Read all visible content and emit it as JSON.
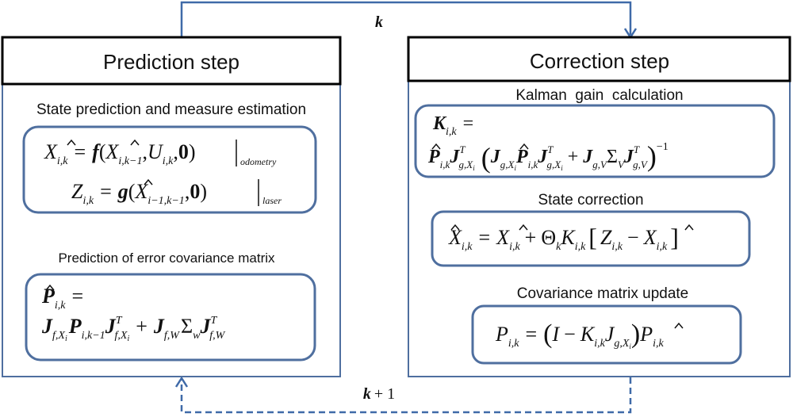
{
  "flow": {
    "top_label": "k",
    "bottom_label_k": "k",
    "bottom_label_rest": "+ 1"
  },
  "prediction": {
    "title": "Prediction step",
    "state_section_label": "State prediction and measure estimation",
    "eq1": {
      "lhs": "X",
      "lhs_sub": "i,k",
      "fn": "f",
      "arg1": "X",
      "arg1_sub": "i,k−1",
      "arg2": "U",
      "arg2_sub": "i,k",
      "zero": "0",
      "eval": "odometry"
    },
    "eq2": {
      "lhs": "Z",
      "lhs_sub": "i,k",
      "fn": "g",
      "arg1": "X",
      "arg1_sub": "i−1,k−1",
      "zero": "0",
      "eval": "laser"
    },
    "cov_section_label": "Prediction of error covariance matrix",
    "cov_eq": {
      "lhs": "P",
      "lhs_sub": "i,k",
      "t1": "J",
      "t1_sub": "f,",
      "t1_subX": "X",
      "t1_subi": "i",
      "p": "P",
      "p_sub": "i,k−1",
      "t2": "J",
      "t2_sup": "T",
      "t2_sub": "f,",
      "t2_subX": "X",
      "t2_subi": "i",
      "t3": "J",
      "t3_sub": "f,W",
      "sigma": "Σ",
      "sigma_sub": "w",
      "t4": "J",
      "t4_sup": "T",
      "t4_sub": "f,W"
    }
  },
  "correction": {
    "title": "Correction step",
    "gain_label": "Kalman  gain  calculation",
    "gain_eq": {
      "lhs": "K",
      "lhs_sub": "i,k",
      "p": "P",
      "p_sub": "i,k",
      "j1": "J",
      "j1_sup": "T",
      "j1_sub": "g,",
      "j1_subX": "X",
      "j1_subi": "i",
      "j2": "J",
      "j2_sub": "g,",
      "j2_subX": "X",
      "j2_subi": "i",
      "p2": "P",
      "p2_sub": "i,k",
      "j3": "J",
      "j3_sup": "T",
      "j3_sub": "g,",
      "j3_subX": "X",
      "j3_subi": "i",
      "j4": "J",
      "j4_sub": "g,V",
      "sigma": "Σ",
      "sigma_sub": "V",
      "j5": "J",
      "j5_sup": "T",
      "j5_sub": "g,V",
      "inv": "−1"
    },
    "state_label": "State correction",
    "state_eq": {
      "lhs": "X",
      "lhs_sub": "i,k",
      "x": "X",
      "x_sub": "i,k",
      "theta": "Θ",
      "theta_sub": "k",
      "k": "K",
      "k_sub": "i,k",
      "z": "Z",
      "z_sub": "i,k",
      "x2": "X",
      "x2_sub": "i,k"
    },
    "cov_label": "Covariance matrix update",
    "cov_eq": {
      "lhs": "P",
      "lhs_sub": "i,k",
      "i": "I",
      "k": "K",
      "k_sub": "i,k",
      "j": "J",
      "j_sub": "g,",
      "j_subX": "X",
      "j_subi": "i",
      "p": "P",
      "p_sub": "i,k"
    }
  },
  "colors": {
    "accent_blue": "#3f6aa8",
    "box_blue": "#4f6f9f",
    "header_border": "#000000",
    "text": "#111111"
  }
}
